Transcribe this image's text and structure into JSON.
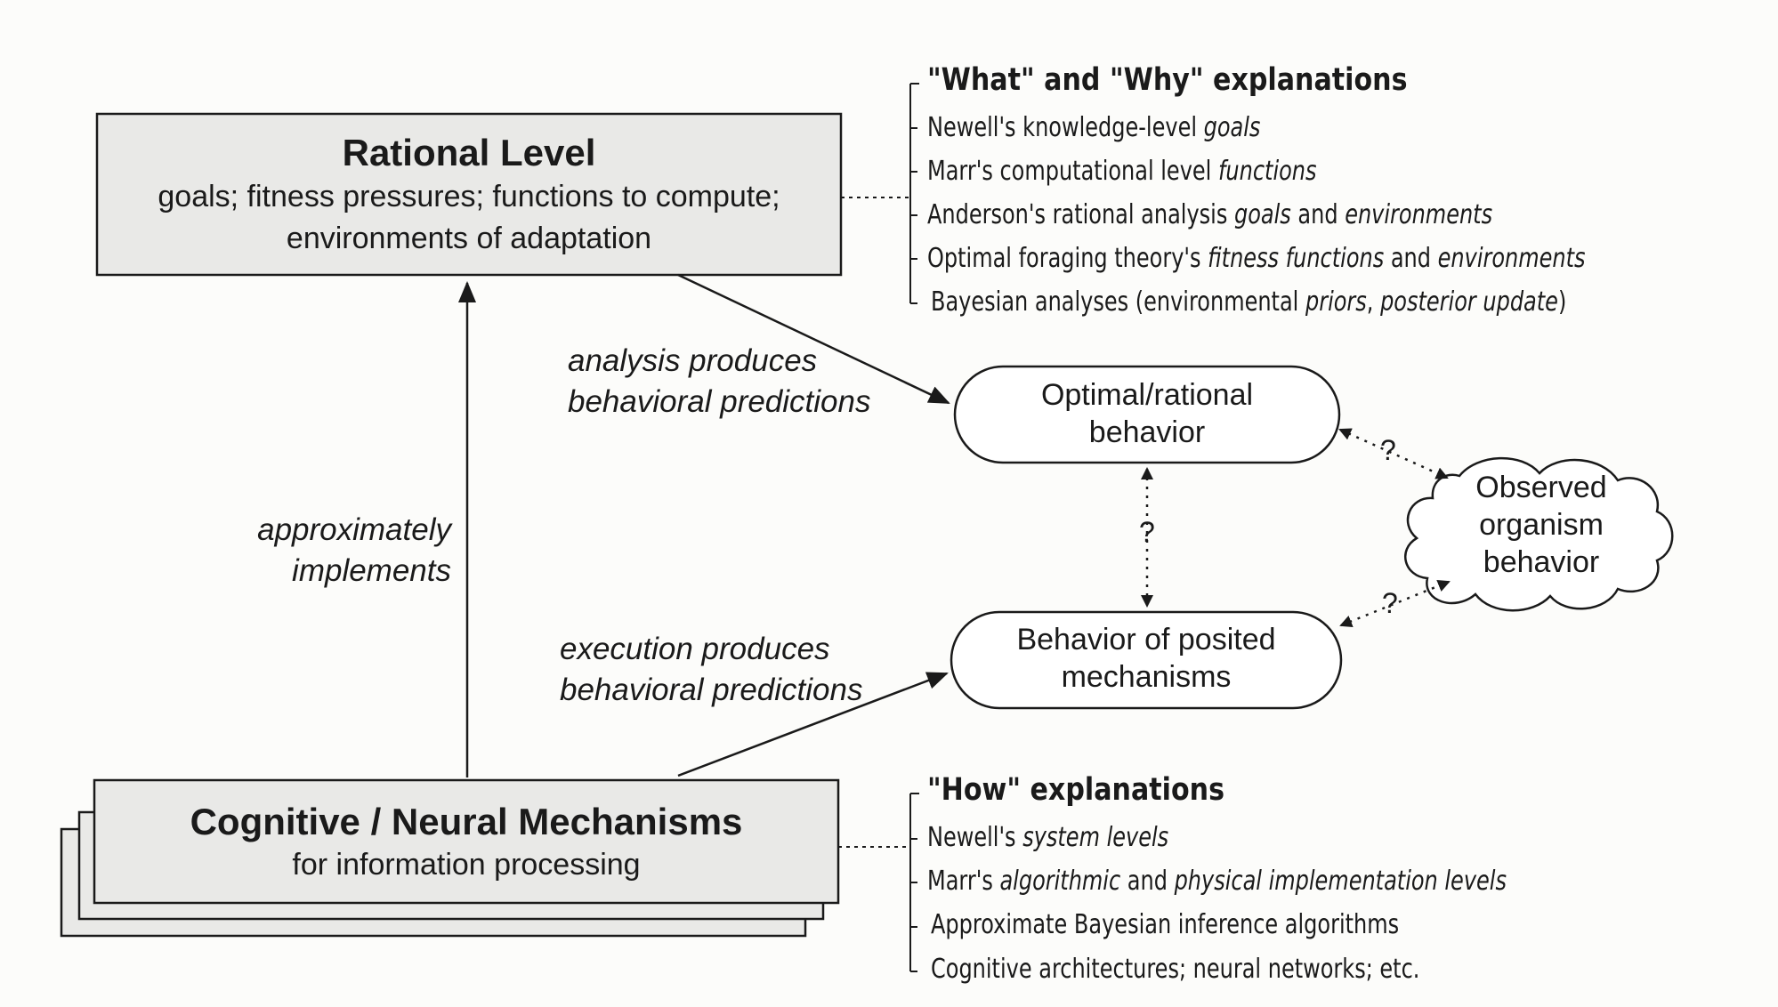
{
  "rational_level": {
    "title": "Rational Level",
    "line1": "goals; fitness pressures; functions to compute;",
    "line2": "environments of adaptation"
  },
  "mechanisms": {
    "title": "Cognitive / Neural Mechanisms",
    "subtitle": "for information processing"
  },
  "edges": {
    "approximately": "approximately",
    "implements": "implements",
    "analysis_1": "analysis produces",
    "analysis_2": "behavioral predictions",
    "execution_1": "execution produces",
    "execution_2": "behavioral predictions",
    "q_top": "?",
    "q_vertical": "?",
    "q_bottom": "?"
  },
  "nodes": {
    "optimal_1": "Optimal/rational",
    "optimal_2": "behavior",
    "posited_1": "Behavior of posited",
    "posited_2": "mechanisms",
    "observed_1": "Observed",
    "observed_2": "organism",
    "observed_3": "behavior"
  },
  "what_why": {
    "heading": "\"What\" and \"Why\" explanations",
    "items": [
      {
        "a": "Newell's knowledge-level ",
        "b": "goals",
        "c": "",
        "d": "",
        "e": ""
      },
      {
        "a": "Marr's computational level ",
        "b": "functions",
        "c": "",
        "d": "",
        "e": ""
      },
      {
        "a": "Anderson's rational analysis ",
        "b": "goals",
        "c": " and ",
        "d": "environments",
        "e": ""
      },
      {
        "a": "Optimal foraging theory's ",
        "b": "fitness functions",
        "c": " and ",
        "d": "environments",
        "e": ""
      },
      {
        "a": "Bayesian analyses (environmental  ",
        "b": "priors",
        "c": ", ",
        "d": "posterior update",
        "e": ")"
      }
    ]
  },
  "how": {
    "heading": "\"How\" explanations",
    "items": [
      {
        "a": "Newell's ",
        "b": "system levels",
        "c": "",
        "d": "",
        "e": ""
      },
      {
        "a": "Marr's ",
        "b": "algorithmic",
        "c": " and ",
        "d": "physical implementation levels",
        "e": ""
      },
      {
        "a": "Approximate Bayesian inference algorithms",
        "b": "",
        "c": "",
        "d": "",
        "e": ""
      },
      {
        "a": "Cognitive architectures; neural networks; etc.",
        "b": "",
        "c": "",
        "d": "",
        "e": ""
      }
    ]
  },
  "colors": {
    "box_fill": "#e9e9e7",
    "line": "#1a1a1a",
    "background": "#fcfcfa"
  }
}
